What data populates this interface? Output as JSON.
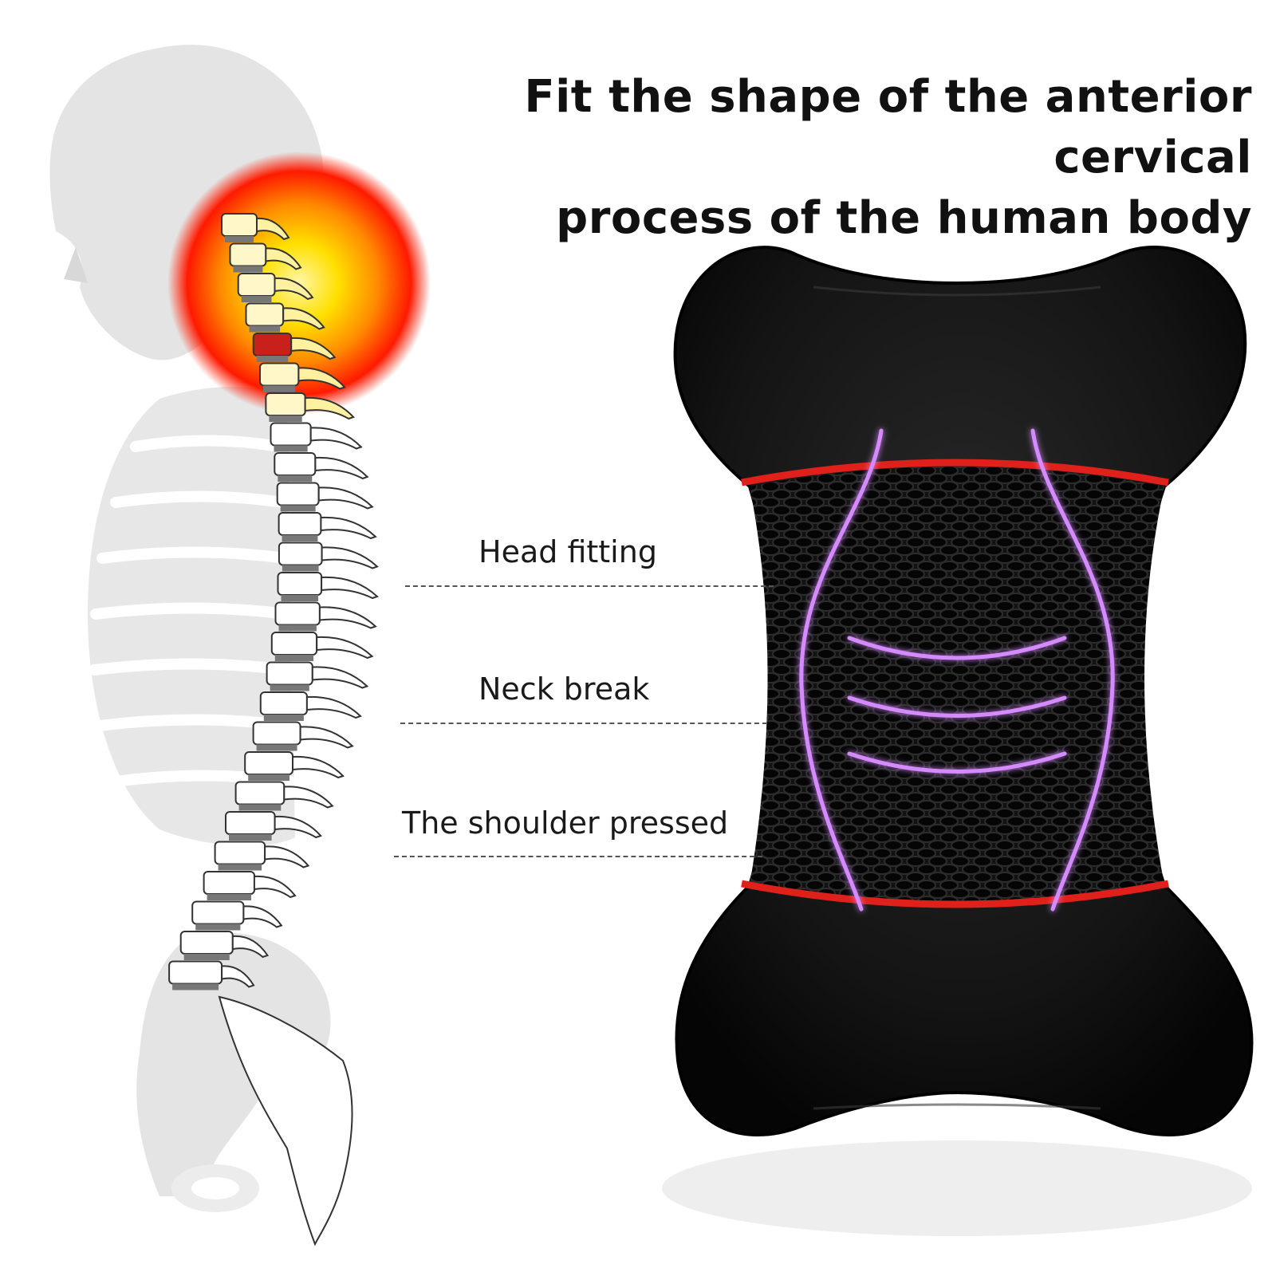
{
  "headline": {
    "line1": "Fit the shape of the anterior cervical",
    "line2": "process of the human body"
  },
  "callouts": [
    {
      "label": "Head fitting"
    },
    {
      "label": "Neck break"
    },
    {
      "label": "The shoulder pressed"
    }
  ],
  "colors": {
    "pain_center": "#ffe300",
    "pain_mid": "#ff8a00",
    "pain_edge": "#ff1a00",
    "pillow": "#111111",
    "trim": "#e0201a",
    "curve": "#c060ff",
    "silhouette": "#e4e4e4"
  },
  "icons": [
    "human-silhouette",
    "spine-illustration",
    "pain-glow",
    "bone-pillow"
  ]
}
